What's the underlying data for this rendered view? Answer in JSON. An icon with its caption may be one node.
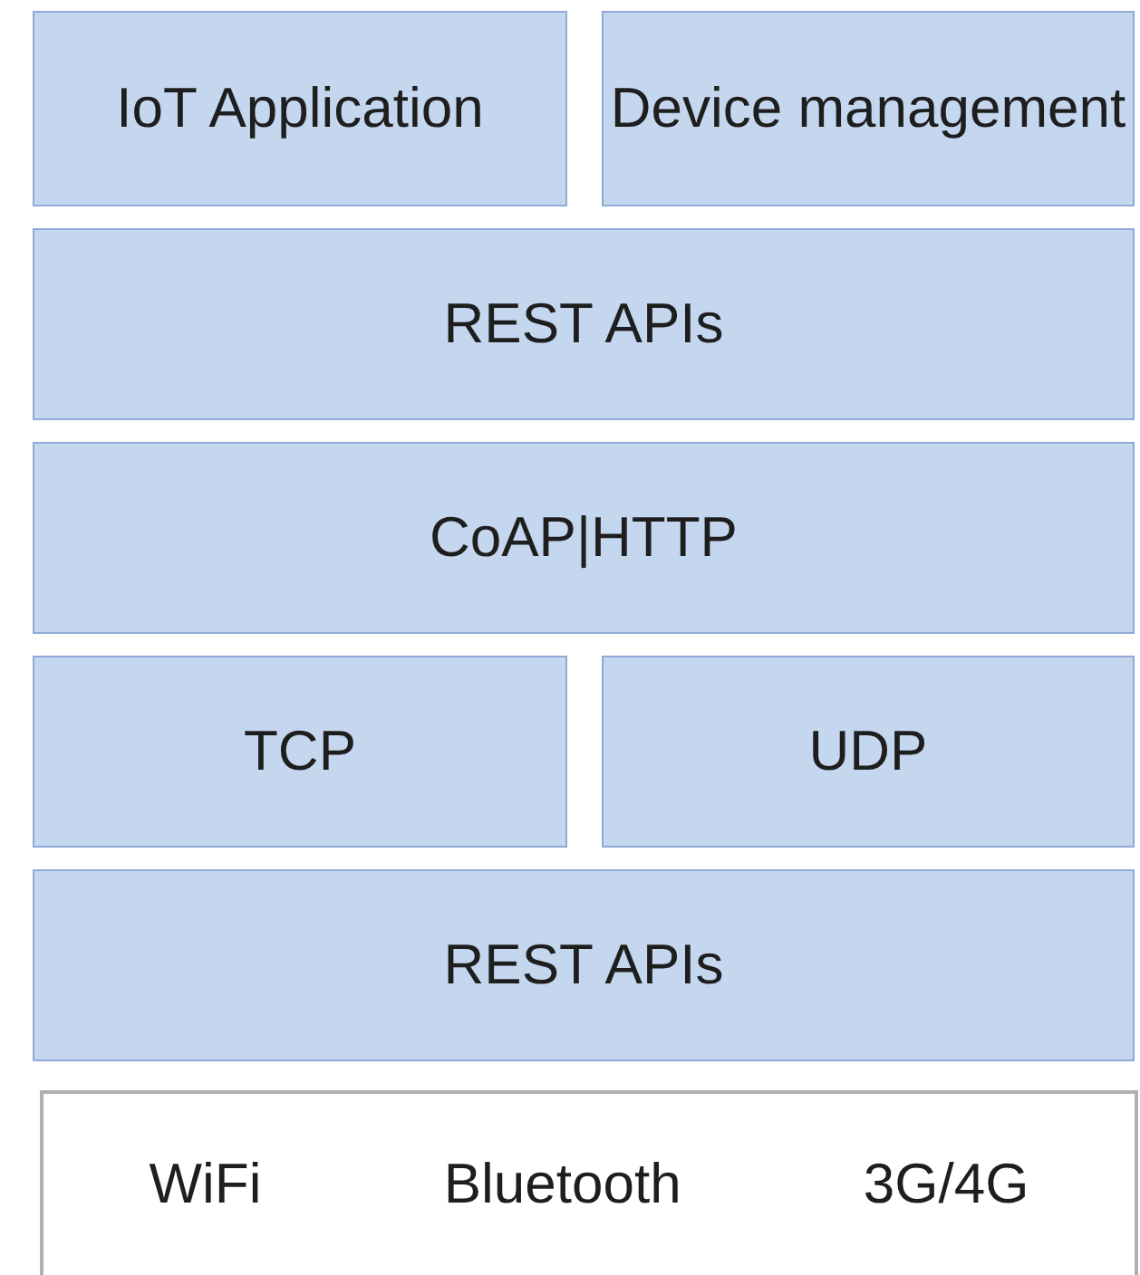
{
  "diagram": {
    "nodes": [
      {
        "text": [
          "IoT Application"
        ]
      },
      {
        "text": [
          "Device management"
        ]
      },
      {
        "text": [
          "REST APIs"
        ]
      },
      {
        "text": [
          "CoAP|HTTP"
        ]
      },
      {
        "text": [
          "TCP"
        ]
      },
      {
        "text": [
          "UDP"
        ]
      },
      {
        "text": [
          "REST APIs"
        ]
      },
      {
        "text": [
          "WiFi",
          "Bluetooth",
          "3G/4G"
        ]
      }
    ]
  }
}
